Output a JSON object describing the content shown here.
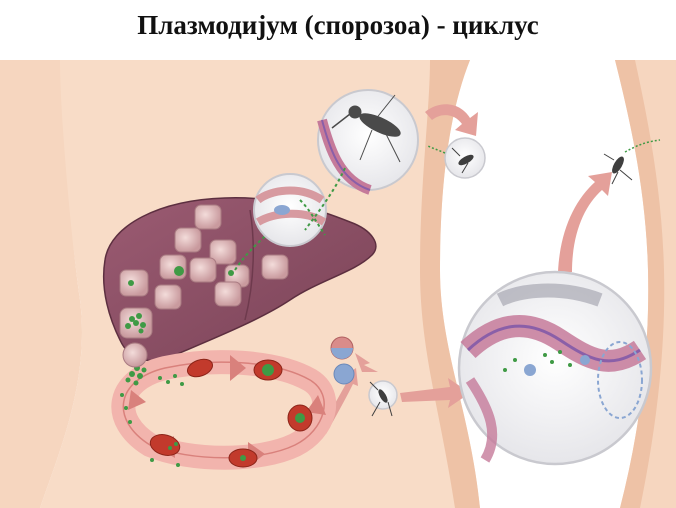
{
  "title": "Плазмодијум (спорозоа) - циклус",
  "colors": {
    "skin": "#f6d6bf",
    "skin_shadow": "#e9bca0",
    "liver": "#8e5066",
    "liver_dark": "#6e3a4d",
    "cell": "#e9c5c4",
    "arrow": "#d9817c",
    "arrow_fill": "#f2b4ad",
    "rbc": "#c23a2c",
    "parasite_green": "#3f9a45",
    "lens_bg": "#f4f4f6",
    "mosquito": "#4a4a4a"
  },
  "icons": [
    "mosquito-icon",
    "liver-organ",
    "magnifier-lens",
    "red-blood-cell",
    "merozoite-cluster",
    "cycle-arrow"
  ]
}
